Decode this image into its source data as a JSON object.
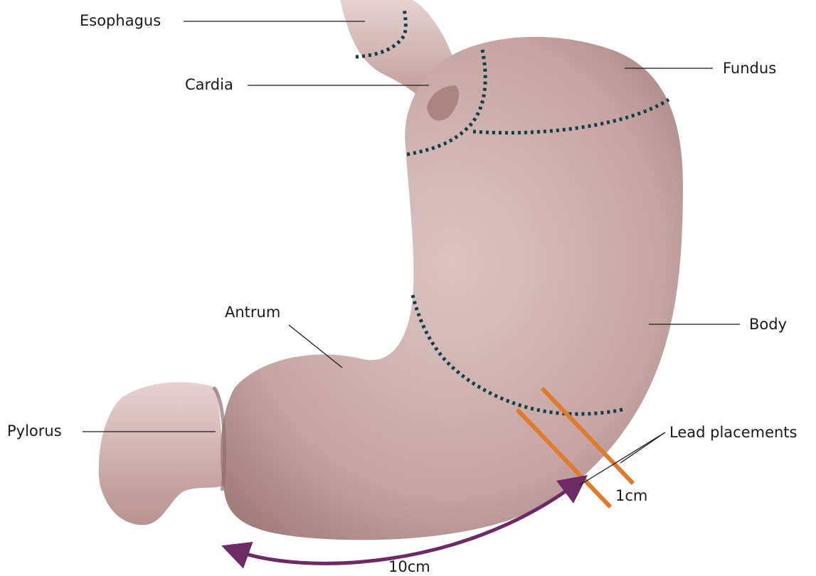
{
  "labels": {
    "esophagus": "Esophagus",
    "cardia": "Cardia",
    "fundus": "Fundus",
    "antrum": "Antrum",
    "body": "Body",
    "pylorus": "Pylorus",
    "lead_placements": "Lead placements",
    "lead_spacing": "1cm",
    "arc_distance": "10cm"
  },
  "colors": {
    "stomach_tissue": "#d9c1c1",
    "region_boundary": "#123f45",
    "lead": "#e07b2e",
    "distance_arrow": "#6e2a66",
    "leader_line": "#1a1a1a"
  }
}
